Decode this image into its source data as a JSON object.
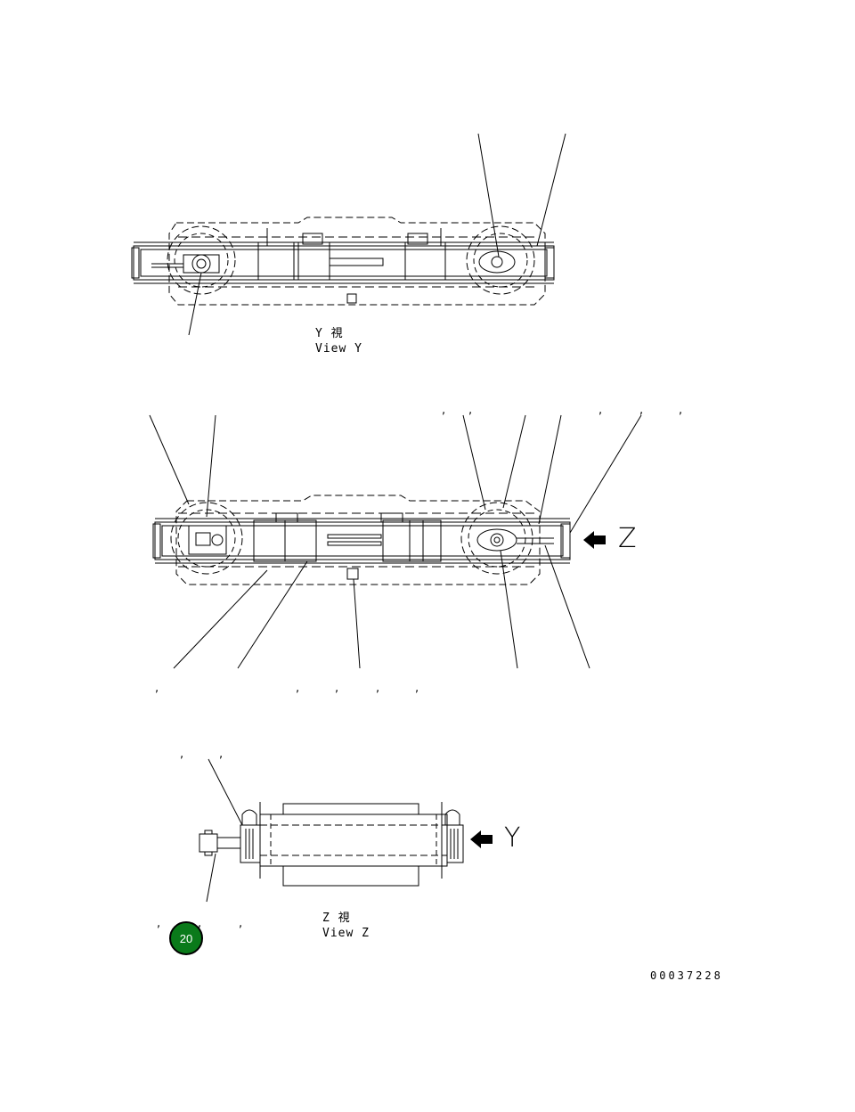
{
  "view_y": {
    "jp": "Y 視",
    "en": "View Y"
  },
  "view_z": {
    "jp": "Z 視",
    "en": "View Z"
  },
  "arrow_z_letter": "Z",
  "arrow_y_letter": "Y",
  "page_badge": "20",
  "drawing_code": "00037228",
  "comma_glyph": ",",
  "colors": {
    "line": "#000000",
    "badge": "#0a7a1a"
  }
}
